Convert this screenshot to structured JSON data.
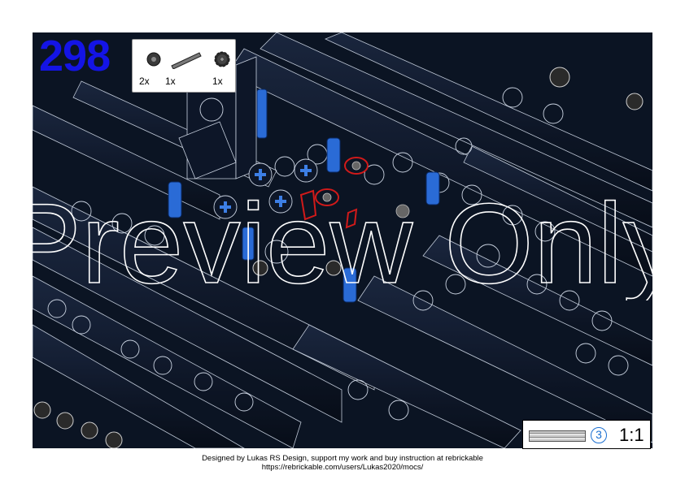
{
  "step": {
    "number": "298"
  },
  "parts_list": [
    {
      "qty": "2x",
      "icon": "bush-half-icon"
    },
    {
      "qty": "1x",
      "icon": "axle-icon"
    },
    {
      "qty": "1x",
      "icon": "gear-icon"
    }
  ],
  "scale": {
    "length": "3",
    "ratio": "1:1"
  },
  "watermark": {
    "text": "Preview Only"
  },
  "footer": {
    "line1": "Designed by Lukas RS Design, support my work and buy instruction at rebrickable",
    "line2": "https://rebrickable.com/users/Lukas2020/mocs/"
  },
  "colors": {
    "background": "#0b1423",
    "step_number": "#1414e6",
    "pin_blue": "#2a6bd6",
    "highlight_red": "#d11a1a"
  }
}
